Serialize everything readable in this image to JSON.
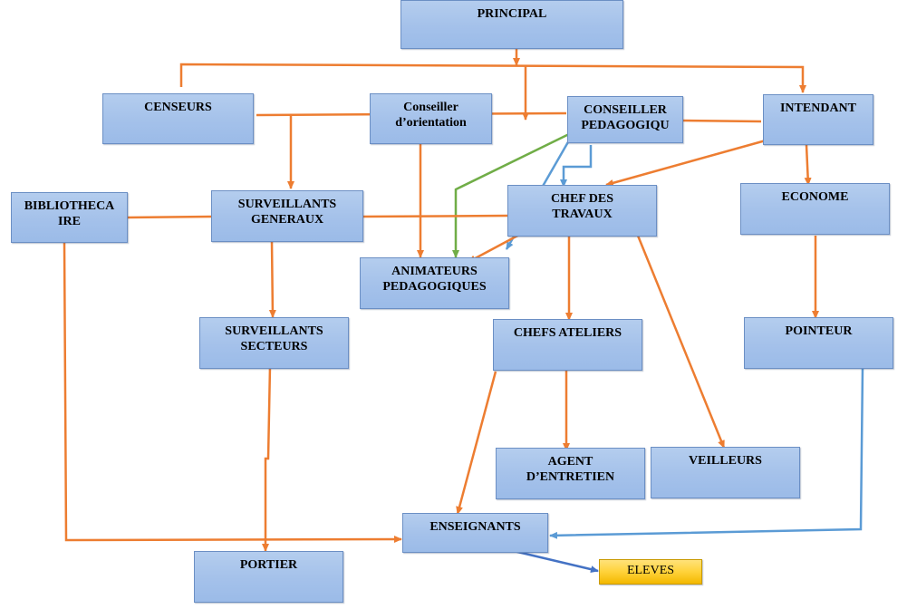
{
  "colors": {
    "orange": "#ed7d31",
    "blue": "#5b9bd5",
    "green": "#70ad47",
    "dark_blue": "#4472c4",
    "yellow": "#ffd23a"
  },
  "boxes": {
    "principal": "PRINCIPAL",
    "censeurs": "CENSEURS",
    "conseiller_orientation": "Conseiller\nd’orientation",
    "conseiller_pedagogique": "CONSEILLER\nPEDAGOGIQU",
    "intendant": "INTENDANT",
    "bibliothecaire": "BIBLIOTHECA\nIRE",
    "surveillants_generaux": "SURVEILLANTS\nGENERAUX",
    "chef_des_travaux": "CHEF DES\nTRAVAUX",
    "econome": "ECONOME",
    "animateurs_pedagogiques": "ANIMATEURS\nPEDAGOGIQUES",
    "surveillants_secteurs": "SURVEILLANTS\nSECTEURS",
    "chefs_ateliers": "CHEFS ATELIERS",
    "pointeur": "POINTEUR",
    "agent_entretien": "AGENT\nD’ENTRETIEN",
    "veilleurs": "VEILLEURS",
    "enseignants": "ENSEIGNANTS",
    "portier": "PORTIER",
    "eleves": "ELEVES"
  }
}
